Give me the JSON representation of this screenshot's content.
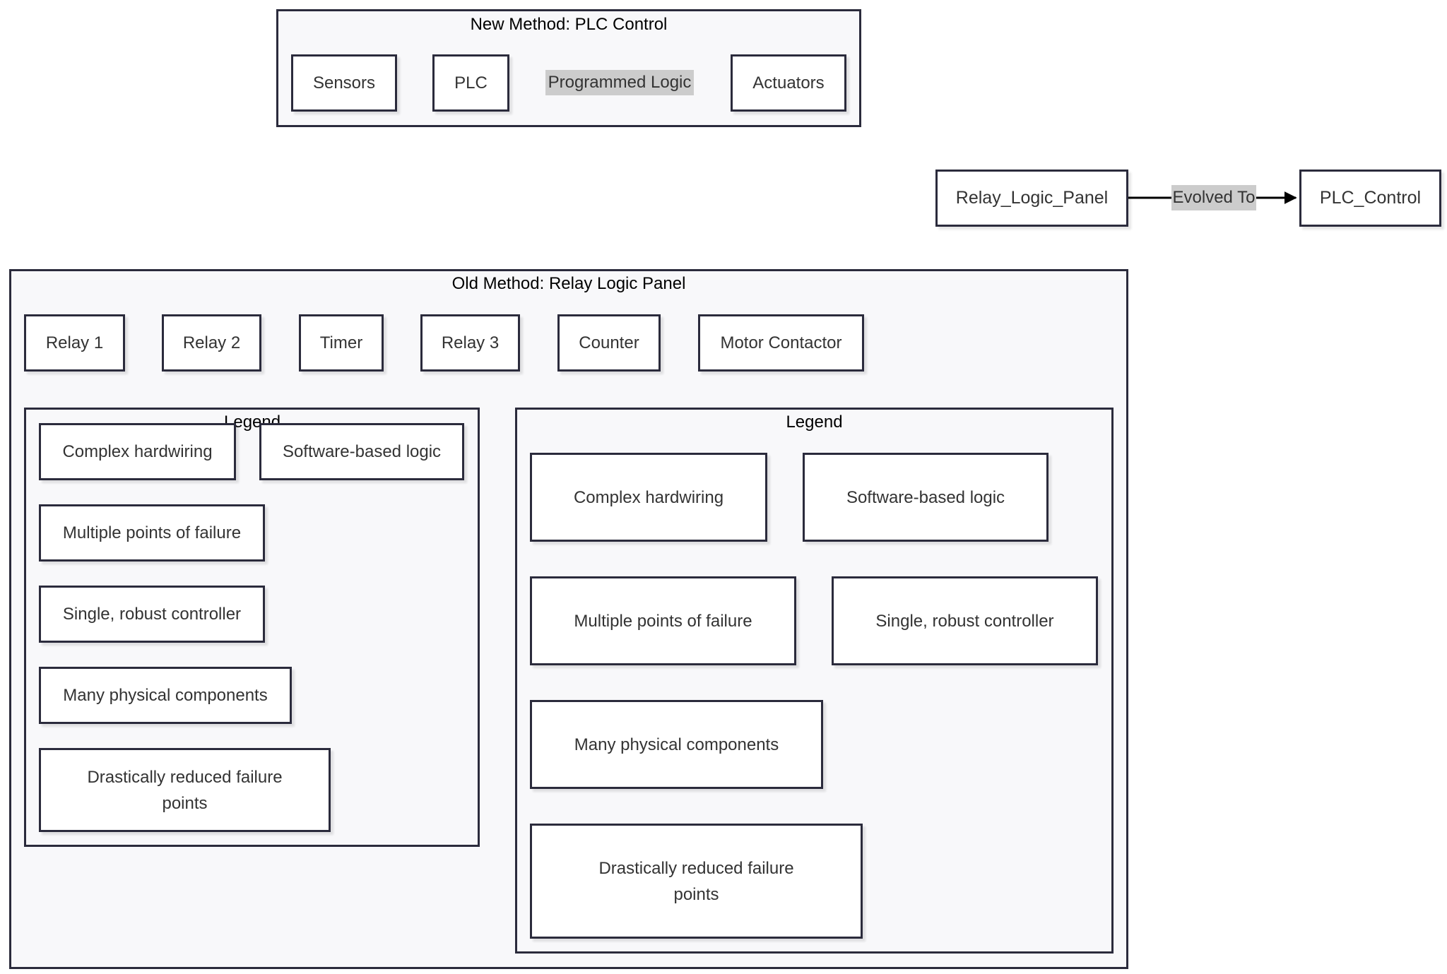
{
  "new_method": {
    "title": "New Method: PLC Control",
    "nodes": {
      "sensors": "Sensors",
      "plc": "PLC",
      "actuators": "Actuators"
    },
    "edge_label": "Programmed Logic"
  },
  "top_flow": {
    "from": "Relay_Logic_Panel",
    "edge_label": "Evolved To",
    "to": "PLC_Control"
  },
  "old_method": {
    "title": "Old Method: Relay Logic Panel",
    "chain": [
      "Relay 1",
      "Relay 2",
      "Timer",
      "Relay 3",
      "Counter",
      "Motor Contactor"
    ]
  },
  "legend_left": {
    "title": "Legend",
    "items": [
      "Complex hardwiring",
      "Software-based logic",
      "Multiple points of failure",
      "Single, robust controller",
      "Many physical components",
      "Drastically reduced failure points"
    ]
  },
  "legend_right": {
    "title": "Legend",
    "items": [
      "Complex hardwiring",
      "Software-based logic",
      "Multiple points of failure",
      "Single, robust controller",
      "Many physical components",
      "Drastically reduced failure points"
    ]
  },
  "colors": {
    "border": "#2b2b3c",
    "cluster_fill": "#f8f8fa",
    "edge_label_bg": "#cccccc"
  }
}
